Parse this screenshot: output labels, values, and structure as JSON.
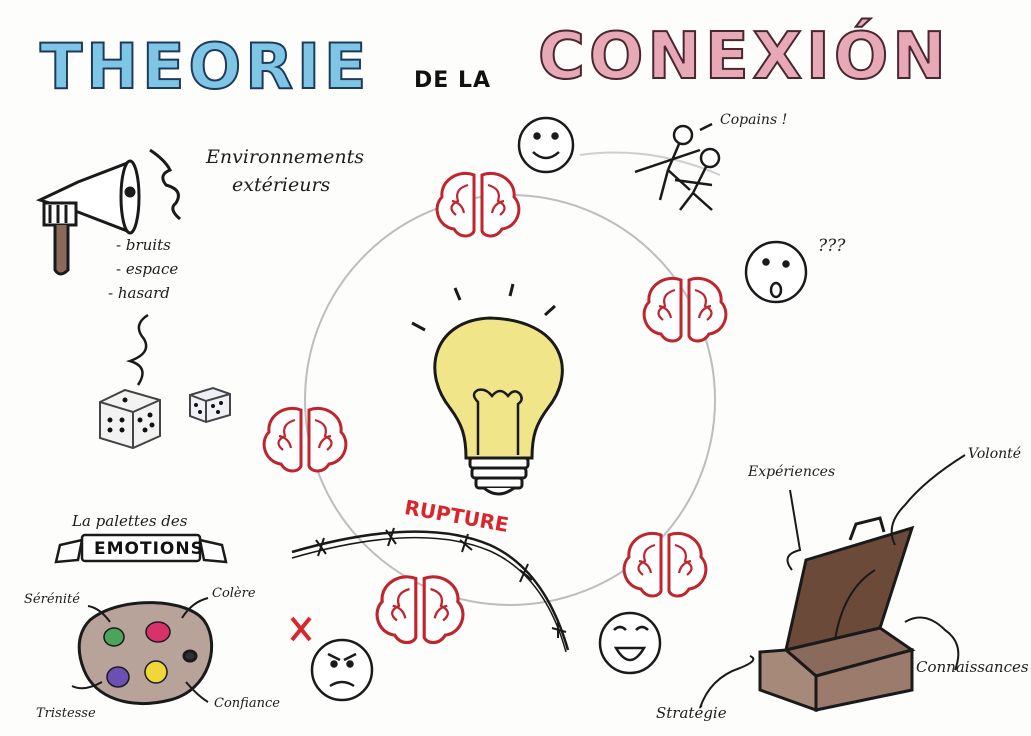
{
  "title": {
    "part1": "THEORIE",
    "part2": "DE LA",
    "part3": "CONEXIÓN",
    "colors": {
      "part1": "#7fc6e6",
      "part3": "#e8a9b6"
    }
  },
  "environment": {
    "heading_line1": "Environnements",
    "heading_line2": "extérieurs",
    "items": [
      "- bruits",
      "- espace",
      "- hasard"
    ],
    "icons": [
      "megaphone-icon",
      "dice-icon"
    ]
  },
  "social": {
    "friends_label": "Copains !",
    "question_label": "???",
    "icons": [
      "smiley-face-icon",
      "stick-figures-icon",
      "surprised-face-icon"
    ]
  },
  "center": {
    "rupture_label": "RUPTURE",
    "icons": [
      "light-bulb-icon",
      "brain-icon",
      "barbed-wire-icon"
    ],
    "colors": {
      "brain": "#c0252d",
      "bulb": "#f1e58a",
      "rupture": "#d9262c"
    }
  },
  "emotions": {
    "heading": "La palettes des",
    "banner": "EMOTIONS",
    "labels": {
      "serenite": "Sérénité",
      "colere": "Colère",
      "tristesse": "Tristesse",
      "confiance": "Confiance"
    },
    "paint_colors": [
      "#4aa55a",
      "#d9316a",
      "#6b4fb3",
      "#efd63a",
      "#2f2f2f"
    ]
  },
  "toolbox": {
    "labels": {
      "experiences": "Expériences",
      "volonte": "Volonté",
      "connaissances": "Connaissances",
      "strategie": "Stratégie"
    },
    "color": "#6b4a3a"
  }
}
